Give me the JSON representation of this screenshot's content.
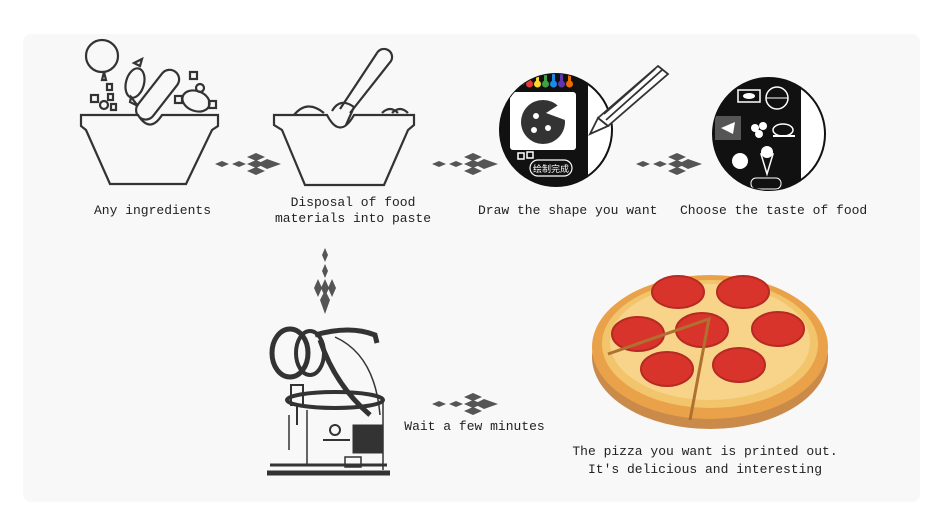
{
  "steps": [
    {
      "id": 1,
      "label": "Any ingredients",
      "icon": "bowl-ingredients-icon"
    },
    {
      "id": 2,
      "label_line1": "Disposal of food",
      "label_line2": "materials into paste",
      "icon": "bowl-spoon-paste-icon"
    },
    {
      "id": 3,
      "label": "Draw the shape you want",
      "icon": "tablet-drawing-pencil-icon",
      "screen_button": "绘制完成"
    },
    {
      "id": 4,
      "label": "Choose the taste of food",
      "icon": "food-menu-screen-icon"
    },
    {
      "id": 5,
      "label": "Wait a few minutes",
      "icon": "food-3d-printer-icon"
    },
    {
      "id": 6,
      "label_line1": "The pizza you want is printed out.",
      "label_line2": "It's delicious and interesting",
      "icon": "pepperoni-pizza-icon"
    }
  ],
  "arrows": [
    "arrow-right-icon",
    "arrow-right-icon",
    "arrow-right-icon",
    "arrow-down-icon",
    "arrow-right-icon"
  ],
  "colors": {
    "panel_bg": "#f8f8f8",
    "line": "#333333",
    "arrow": "#555555",
    "palette": [
      "#ffffff",
      "#e53935",
      "#fdd835",
      "#43a047",
      "#1e88e5",
      "#5e35b1",
      "#ef6c00"
    ],
    "pizza_crust": "#e9a24a",
    "pepperoni": "#d9342b"
  }
}
